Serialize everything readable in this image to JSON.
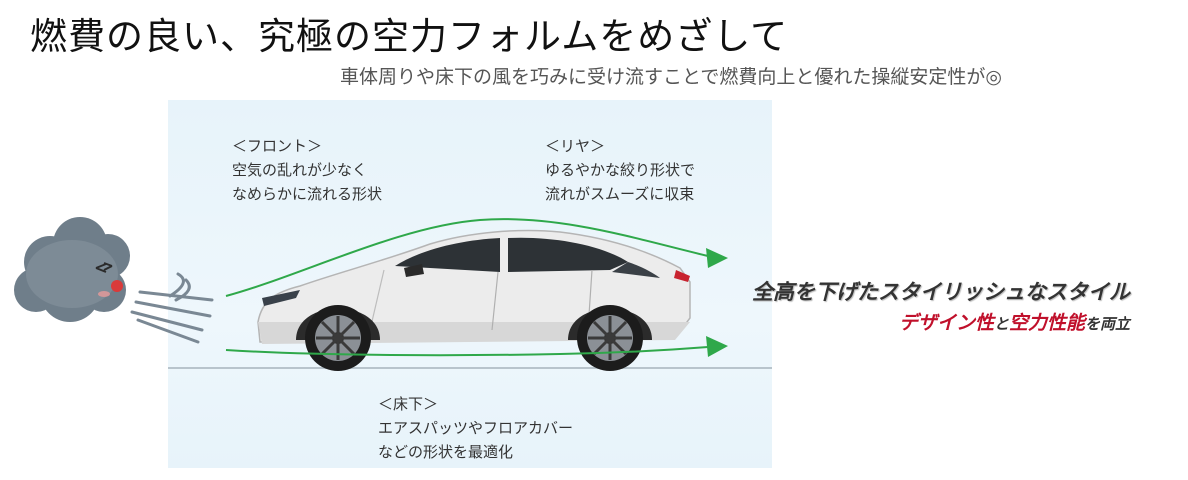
{
  "title": "燃費の良い、究極の空力フォルムをめざして",
  "subtitle": "車体周りや床下の風を巧みに受け流すことで燃費向上と優れた操縦安定性が◎",
  "notes": {
    "front": {
      "heading": "＜フロント＞",
      "lines": [
        "空気の乱れが少なく",
        "なめらかに流れる形状"
      ]
    },
    "rear": {
      "heading": "＜リヤ＞",
      "lines": [
        "ゆるやかな絞り形状で",
        "流れがスムーズに収束"
      ]
    },
    "floor": {
      "heading": "＜床下＞",
      "lines": [
        "エアスパッツやフロアカバー",
        "などの形状を最適化"
      ]
    }
  },
  "tagline": {
    "main": "全高を下げたスタイリッシュなスタイル",
    "design": "デザイン性",
    "to": "と",
    "aero": "空力性能",
    "rest": "を両立"
  },
  "icons": {
    "cloud": "blowing-cloud-icon",
    "wind": "wind-lines-icon",
    "car": "car-side-view",
    "arrow": "airflow-arrow-icon"
  },
  "colors": {
    "airflow": "#2fa84a",
    "accent_red": "#c0102b",
    "panel": "#e7f3fa"
  }
}
